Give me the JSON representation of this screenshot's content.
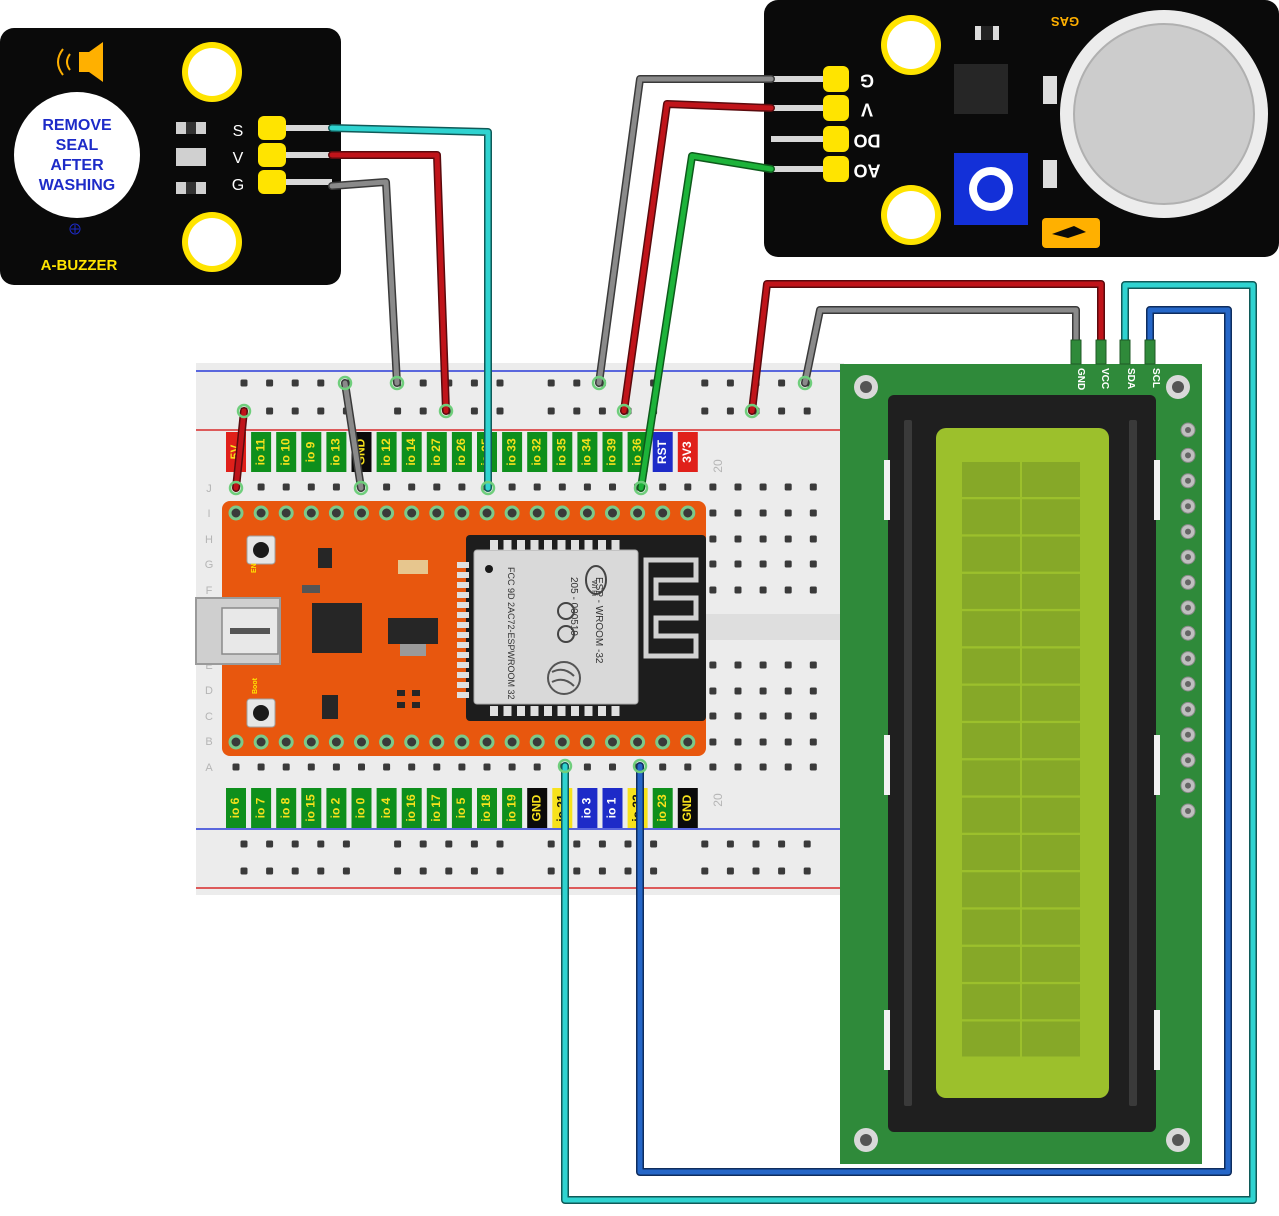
{
  "colors": {
    "wire_gnd": "#7a7a7a",
    "wire_vcc": "#c0141a",
    "wire_signal_cyan": "#2fd3d0",
    "wire_signal_green": "#1db33a",
    "wire_scl_blue": "#2667c8",
    "module_black": "#0a0a0a",
    "header_yellow": "#ffe400",
    "board_orange": "#e8570e",
    "lcd_pcb_green": "#2f8a3a",
    "lcd_screen": "#9cc02c",
    "breadboard": "#ececec",
    "pin_label_green": "#0e8f1c",
    "pin_label_yellow": "#f7e21c",
    "pin_label_red": "#e0201a",
    "pin_label_blue": "#1d2bc8"
  },
  "buzzer": {
    "sticker": [
      "REMOVE",
      "SEAL",
      "AFTER",
      "WASHING"
    ],
    "name": "A-BUZZER",
    "pins": [
      "S",
      "V",
      "G"
    ],
    "icon": "speaker-icon"
  },
  "gas": {
    "name": "GAS",
    "pins": [
      "G",
      "V",
      "DO",
      "AO"
    ],
    "icon": "flame-icon"
  },
  "lcd": {
    "pins": [
      "GND",
      "VCC",
      "SDA",
      "SCL"
    ]
  },
  "esp32": {
    "module_lines": [
      "ESP - WROOM -32",
      "205 - 000519",
      "FCC  9D 2AC72-ESPWROOM 32"
    ],
    "wifi_text": "Wi Fi",
    "btn_en": "EN",
    "btn_boot": "Boot"
  },
  "breadboard": {
    "row_letters_top": [
      "J",
      "I",
      "H",
      "G",
      "F"
    ],
    "row_letters_bottom": [
      "E",
      "D",
      "C",
      "B",
      "A"
    ],
    "col_number": "20",
    "top_pins": [
      "5V",
      "io 11",
      "io 10",
      "io 9",
      "io 13",
      "GND",
      "io 12",
      "io 14",
      "io 27",
      "io 26",
      "io 25",
      "io 33",
      "io 32",
      "io 35",
      "io 34",
      "io 39",
      "io 36",
      "RST",
      "3V3"
    ],
    "bottom_pins": [
      "io 6",
      "io 7",
      "io 8",
      "io 15",
      "io 2",
      "io 0",
      "io 4",
      "io 16",
      "io 17",
      "io 5",
      "io 18",
      "io 19",
      "GND",
      "io 21",
      "io 3",
      "io 1",
      "io 22",
      "io 23",
      "GND"
    ]
  }
}
